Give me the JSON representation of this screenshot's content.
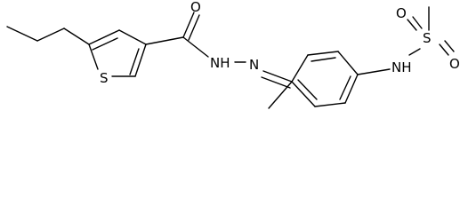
{
  "atoms": {
    "sulfur_ring": "S",
    "oxygen_carbonyl": "O",
    "hydrazide_nh": "NH",
    "imine_n": "N",
    "sulfonamide_nh": "NH",
    "sulfonyl_s": "S",
    "sulfonyl_o_top": "O",
    "sulfonyl_o_bottom": "O"
  }
}
